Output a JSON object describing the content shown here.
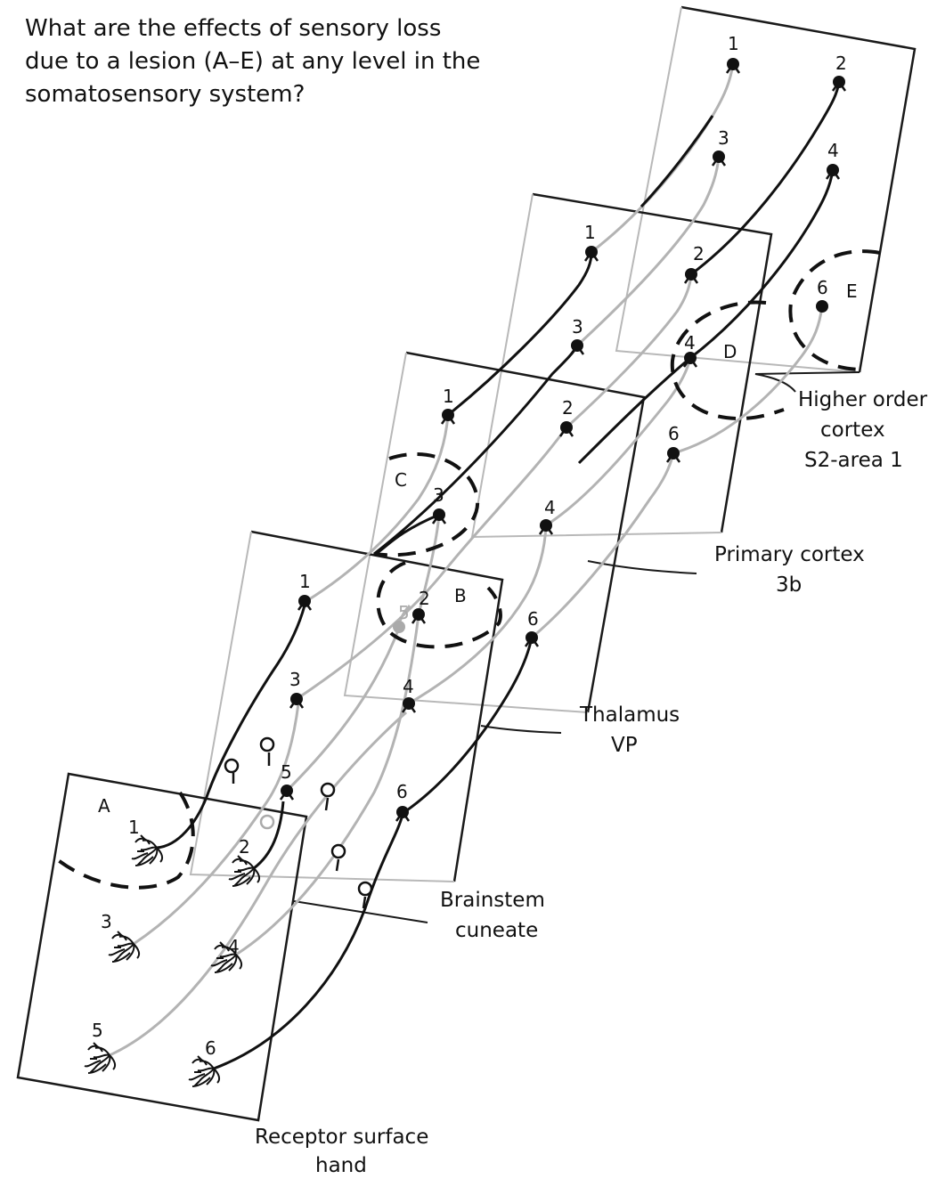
{
  "question": "What are the effects of sensory loss due to a lesion (A–E) at any level in the somatosensory system?",
  "levels": {
    "higher": {
      "line1": "Higher order",
      "line2": "cortex",
      "line3": "S2-area 1"
    },
    "primary": {
      "line1": "Primary cortex",
      "line2": "3b"
    },
    "thalamus": {
      "line1": "Thalamus",
      "line2": "VP"
    },
    "brainstem": {
      "line1": "Brainstem",
      "line2": "cuneate"
    },
    "receptor": {
      "line1": "Receptor surface",
      "line2": "hand"
    }
  },
  "lesions": [
    "A",
    "B",
    "C",
    "D",
    "E"
  ],
  "neuron_numbers": [
    "1",
    "2",
    "3",
    "4",
    "5",
    "6"
  ]
}
